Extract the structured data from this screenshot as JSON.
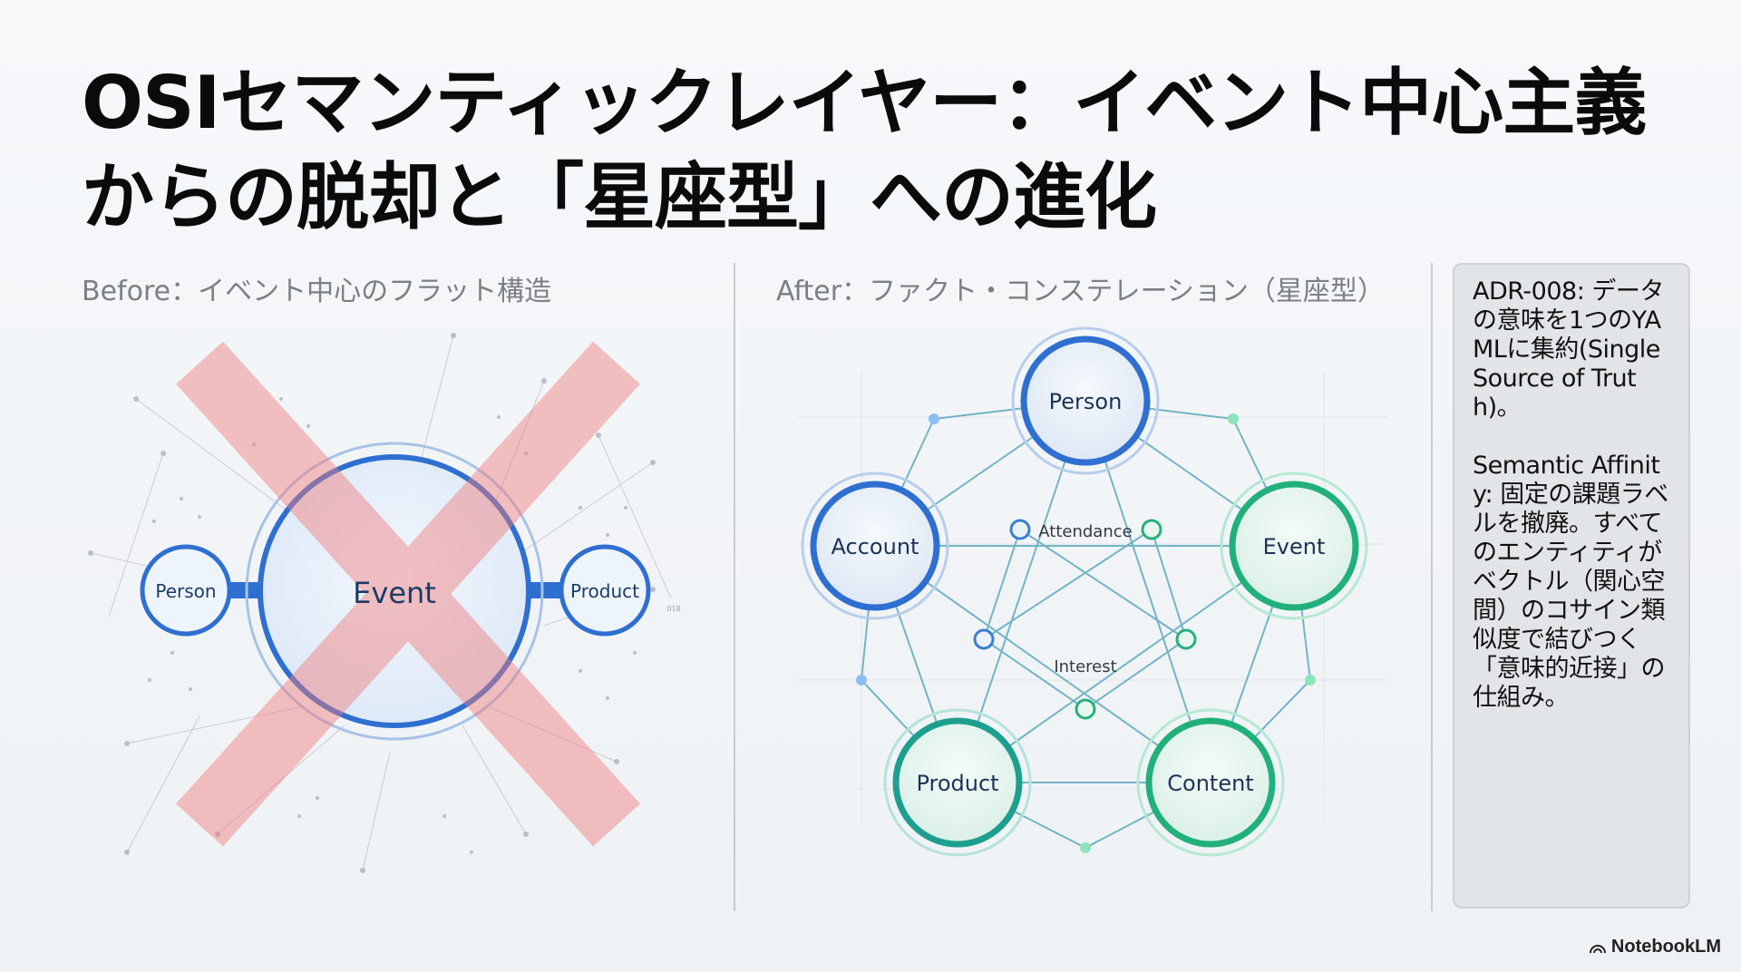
{
  "title": {
    "line1": "OSIセマンティックレイヤー：イベント中心主義",
    "line2": "からの脱却と「星座型」への進化"
  },
  "before": {
    "label": "Before：イベント中心のフラット構造",
    "center": "Event",
    "left": "Person",
    "right": "Product",
    "annotation": "018"
  },
  "after": {
    "label": "After：ファクト・コンステレーション（星座型）",
    "nodes": {
      "top": "Person",
      "left": "Account",
      "right": "Event",
      "bottom_left": "Product",
      "bottom_right": "Content"
    },
    "links": {
      "attendance": "Attendance",
      "interest": "Interest"
    }
  },
  "note": {
    "para1": "ADR-008: データの意味を1つのYAMLに集約(Single Source of Truth)。",
    "para2": "Semantic Affinity: 固定の課題ラベルを撤廃。すべてのエンティティがベクトル（関心空間）のコサイン類似度で結びつく「意味的近接」の仕組み。"
  },
  "brand": "NotebookLM",
  "colors": {
    "blue": "#2f6fd0",
    "green": "#22b07a",
    "red_cross": "#f08a8a"
  }
}
